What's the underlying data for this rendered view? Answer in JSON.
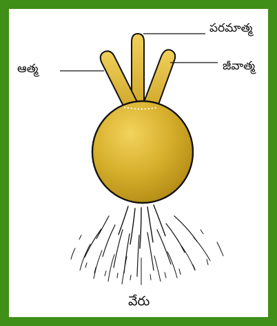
{
  "labels": {
    "paramatma": "పరమాత్మ",
    "jivatma": "జీవాత్మ",
    "atma": "ఆత్మ",
    "veeru": "వేరు"
  },
  "colors": {
    "border": "#3f8f18",
    "bulb_light": "#f2d04c",
    "bulb_mid": "#d7b02a",
    "bulb_dark": "#b18d15",
    "outline": "#111111",
    "background": "#ffffff"
  }
}
